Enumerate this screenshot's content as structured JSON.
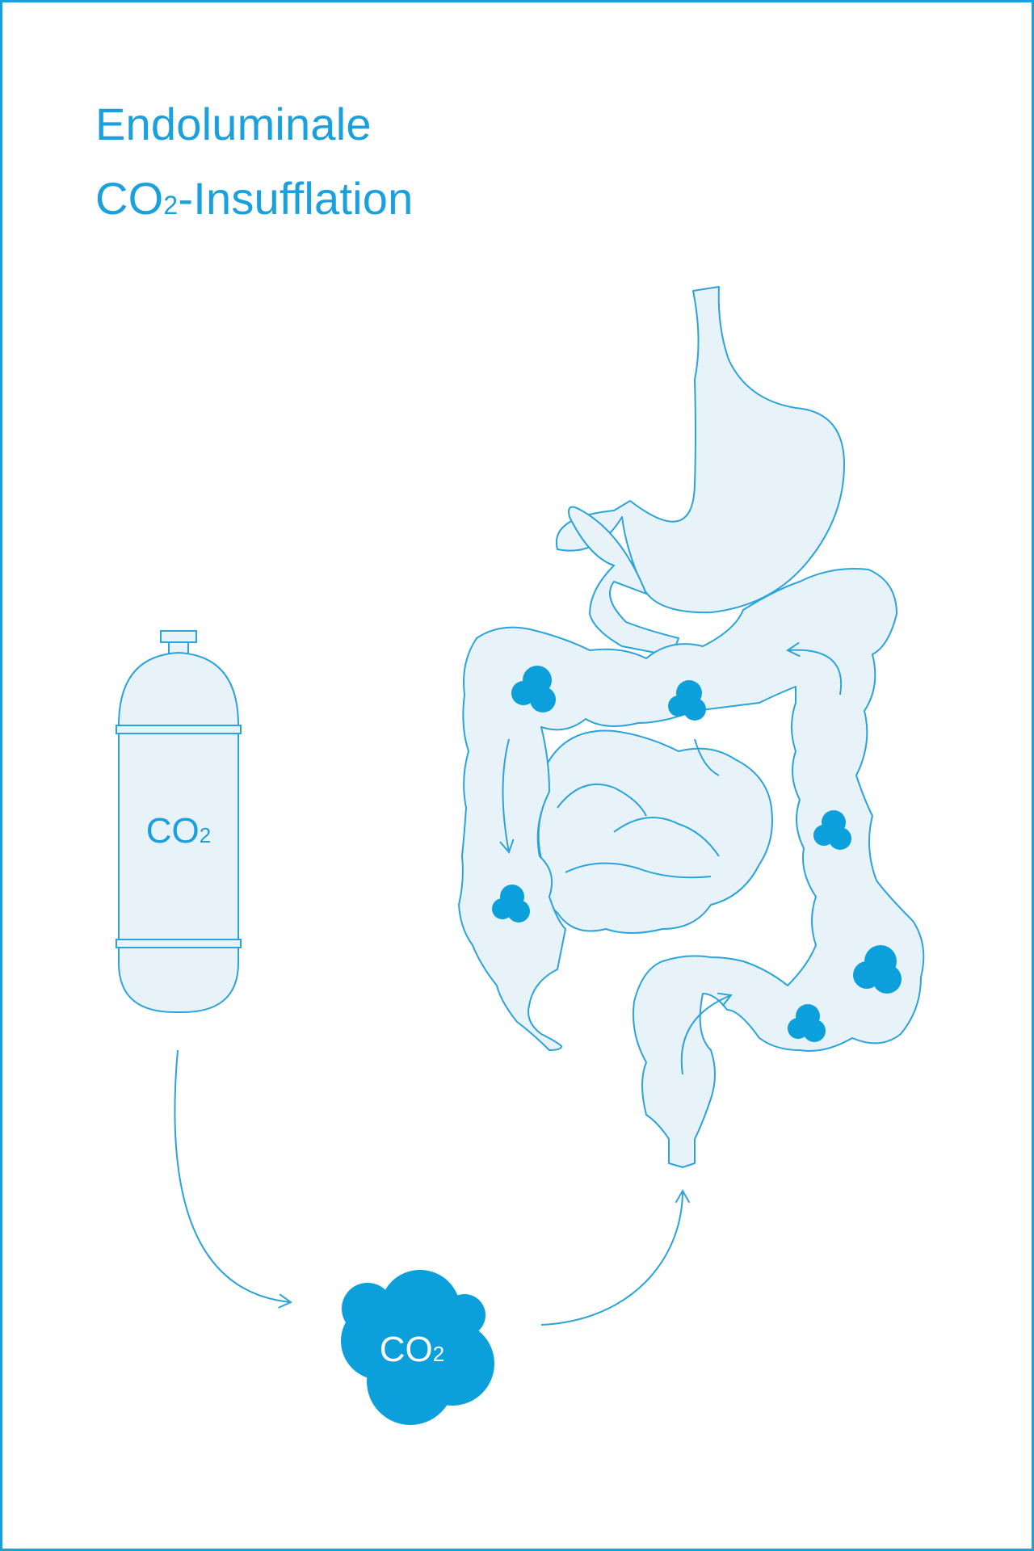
{
  "title": {
    "line1": "Endoluminale",
    "line2_main": "CO",
    "line2_sub": "2",
    "line2_rest": "-Insufflation"
  },
  "cylinder_label": {
    "main": "CO",
    "sub": "2"
  },
  "cloud_label": {
    "main": "CO",
    "sub": "2"
  },
  "colors": {
    "accent": "#1aa0dd",
    "organ_fill": "#e8f2f9",
    "stroke": "#2ba3db",
    "white": "#ffffff"
  },
  "icons": [
    "co2-cylinder-icon",
    "co2-cloud-icon",
    "digestive-tract-illustration",
    "gas-bubble-icon",
    "flow-arrow-icon"
  ]
}
